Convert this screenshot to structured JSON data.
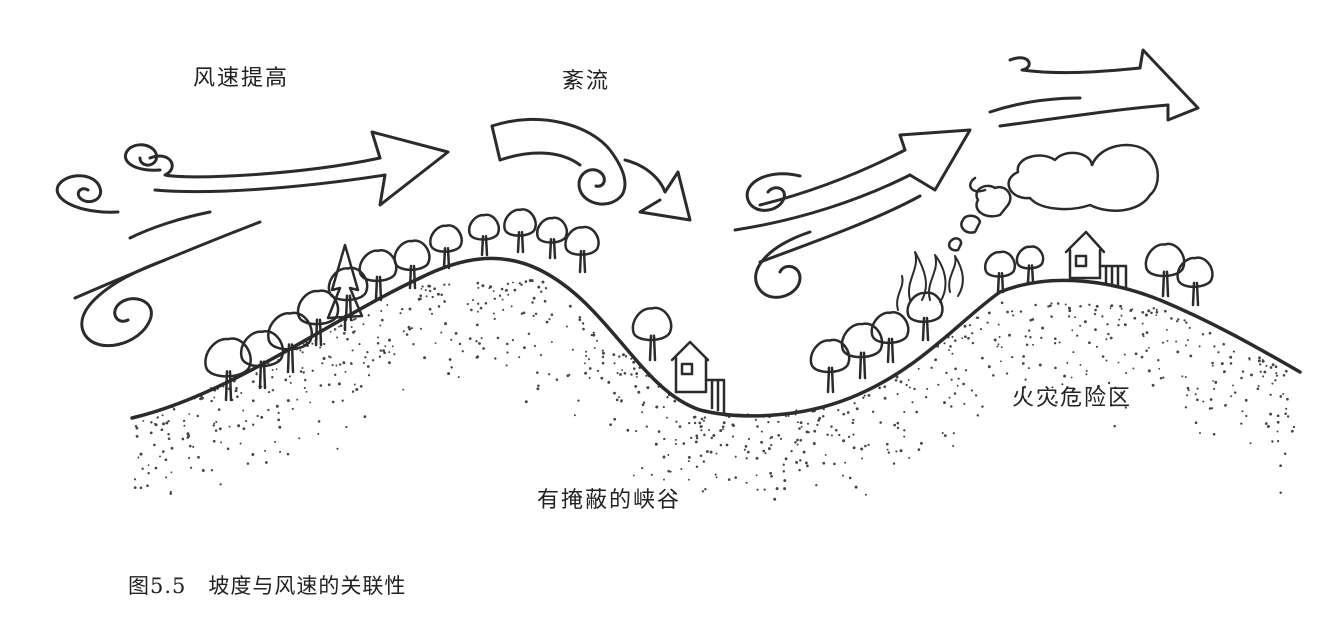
{
  "labels": {
    "wind_speed_up": "风速提高",
    "turbulence": "紊流",
    "fire_danger_zone": "火灾危险区",
    "sheltered_valley": "有掩蔽的峡谷"
  },
  "caption": "图5.5　坡度与风速的关联性",
  "colors": {
    "ink": "#2b2b2b",
    "background": "#ffffff"
  },
  "icons": [
    "wind-arrow",
    "swirl",
    "tree",
    "house",
    "smoke-cloud",
    "flame"
  ]
}
